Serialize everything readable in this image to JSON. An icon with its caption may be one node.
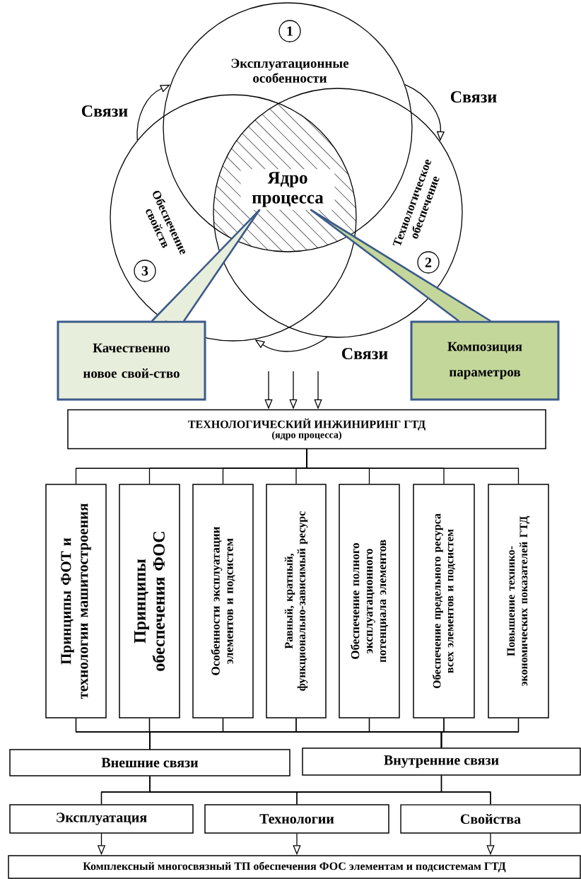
{
  "diagram": {
    "nodes": [
      {
        "text": [
          "Эксплуатационные особенности"
        ]
      },
      {
        "text": [
          "1"
        ],
        "in": 0
      },
      {
        "text": [
          "Технологическое обеспечение"
        ]
      },
      {
        "text": [
          "2"
        ],
        "in": 2
      },
      {
        "text": [
          "Обеспечение свойств"
        ]
      },
      {
        "text": [
          "3"
        ],
        "in": 4
      },
      {
        "text": [
          "Ядро процесса"
        ]
      },
      {
        "text": [
          "Качественно новое свой-ство"
        ]
      },
      {
        "text": [
          "Композиция параметров"
        ]
      },
      {
        "text": [
          "ТЕХНОЛОГИЧЕСКИЙ ИНЖИНИРИНГ ГТД",
          "(ядро процесса)"
        ]
      },
      {
        "text": [
          "Принципы ФОТ и технологии машитостроения"
        ]
      },
      {
        "text": [
          "Принципы обеспечения ФОС"
        ]
      },
      {
        "text": [
          "Особенности эксплуатации элементов и подсистем"
        ]
      },
      {
        "text": [
          "Равный, кратный, функционально-зависимый ресурс"
        ]
      },
      {
        "text": [
          "Обеспечение полного эксплуатационного потенциала элементов"
        ]
      },
      {
        "text": [
          "Обеспечение предельного ресурса всех элементов и подсистем"
        ]
      },
      {
        "text": [
          "Повышение технико-экономических показателей ГТД"
        ]
      },
      {
        "text": [
          "Внешние связи"
        ]
      },
      {
        "text": [
          "Внутренние связи"
        ]
      },
      {
        "text": [
          "Эксплуатация"
        ]
      },
      {
        "text": [
          "Технологии"
        ]
      },
      {
        "text": [
          "Свойства"
        ]
      },
      {
        "text": [
          "Комплексный многосвязный ТП обеспечения ФОС элементам и подсистемам ГТД"
        ]
      }
    ],
    "edges": [
      {
        "from": 4,
        "to": 0,
        "arrow": "to",
        "label": "Связи"
      },
      {
        "from": 0,
        "to": 2,
        "arrow": "to",
        "label": "Связи"
      },
      {
        "from": 2,
        "to": 4,
        "arrow": "to",
        "label": "Связи"
      },
      {
        "from": 7,
        "to": 6,
        "arrow": "none",
        "color": "#3b5a8a"
      },
      {
        "from": 8,
        "to": 6,
        "arrow": "none",
        "color": "#3b5a8a"
      },
      {
        "from": null,
        "to": 9,
        "arrow": "to"
      },
      {
        "from": null,
        "to": 9,
        "arrow": "to"
      },
      {
        "from": null,
        "to": 9,
        "arrow": "to"
      },
      {
        "from": 9,
        "to": 10,
        "arrow": "none"
      },
      {
        "from": 9,
        "to": 11,
        "arrow": "none"
      },
      {
        "from": 9,
        "to": 12,
        "arrow": "none"
      },
      {
        "from": 9,
        "to": 13,
        "arrow": "none"
      },
      {
        "from": 9,
        "to": 14,
        "arrow": "none"
      },
      {
        "from": 9,
        "to": 15,
        "arrow": "none"
      },
      {
        "from": 9,
        "to": 16,
        "arrow": "none"
      },
      {
        "from": 10,
        "to": 17,
        "arrow": "none"
      },
      {
        "from": 10,
        "to": 18,
        "arrow": "none"
      },
      {
        "from": 11,
        "to": 17,
        "arrow": "none"
      },
      {
        "from": 11,
        "to": 18,
        "arrow": "none"
      },
      {
        "from": 12,
        "to": 17,
        "arrow": "none"
      },
      {
        "from": 12,
        "to": 18,
        "arrow": "none"
      },
      {
        "from": 13,
        "to": 17,
        "arrow": "none"
      },
      {
        "from": 13,
        "to": 18,
        "arrow": "none"
      },
      {
        "from": 14,
        "to": 17,
        "arrow": "none"
      },
      {
        "from": 14,
        "to": 18,
        "arrow": "none"
      },
      {
        "from": 15,
        "to": 17,
        "arrow": "none"
      },
      {
        "from": 15,
        "to": 18,
        "arrow": "none"
      },
      {
        "from": 16,
        "to": 17,
        "arrow": "none"
      },
      {
        "from": 16,
        "to": 18,
        "arrow": "none"
      },
      {
        "from": 17,
        "to": 19,
        "arrow": "none"
      },
      {
        "from": 17,
        "to": 20,
        "arrow": "none"
      },
      {
        "from": 17,
        "to": 21,
        "arrow": "none"
      },
      {
        "from": 18,
        "to": 19,
        "arrow": "none"
      },
      {
        "from": 18,
        "to": 20,
        "arrow": "none"
      },
      {
        "from": 18,
        "to": 21,
        "arrow": "none"
      },
      {
        "from": 19,
        "to": 22,
        "arrow": "to"
      },
      {
        "from": 20,
        "to": 22,
        "arrow": "to"
      },
      {
        "from": 21,
        "to": 22,
        "arrow": "to"
      }
    ]
  }
}
